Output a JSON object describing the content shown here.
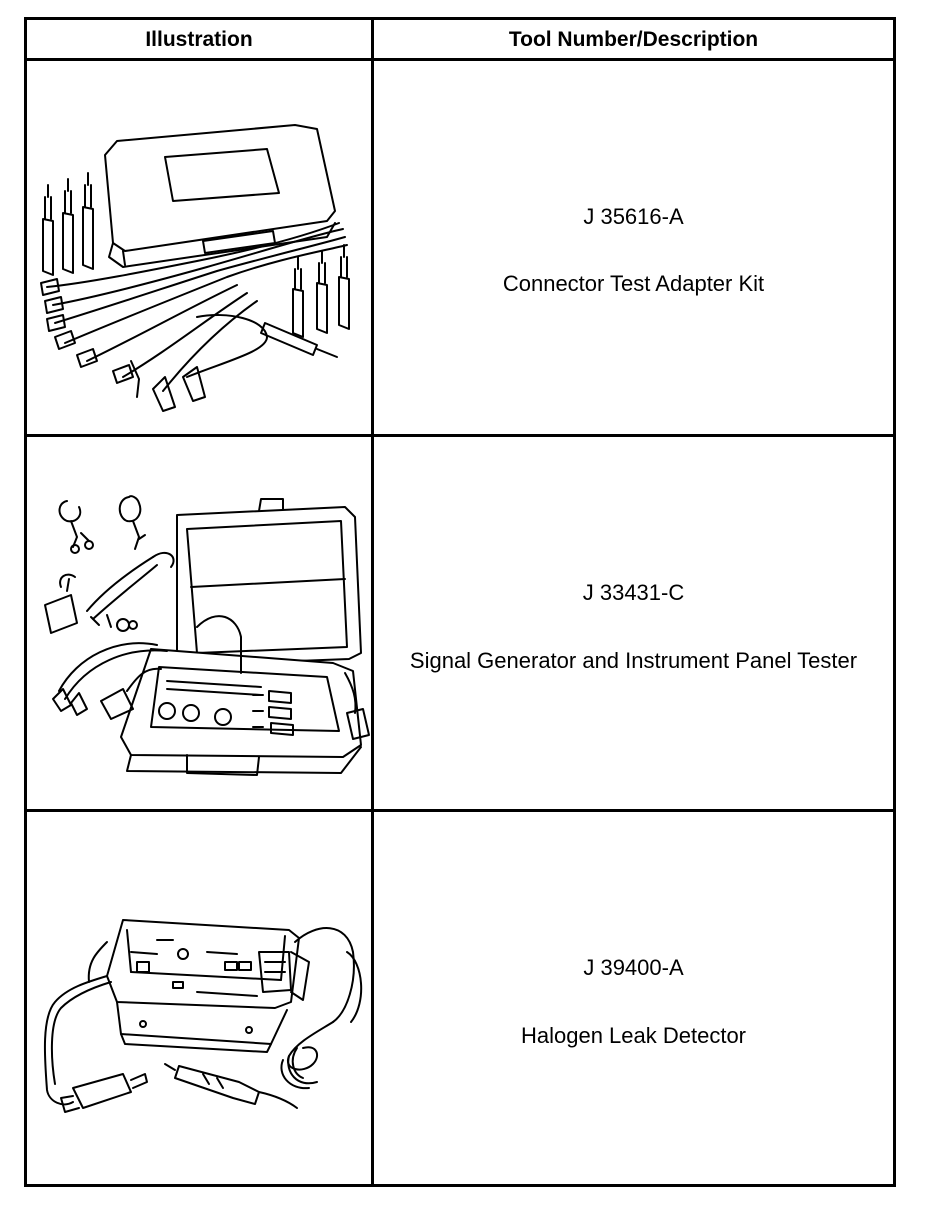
{
  "header": {
    "illustration": "Illustration",
    "tool": "Tool Number/Description"
  },
  "rows": [
    {
      "number": "J 35616-A",
      "description": "Connector Test Adapter Kit",
      "icon": "connector-test-adapter-kit-illustration"
    },
    {
      "number": "J 33431-C",
      "description": "Signal Generator and Instrument Panel Tester",
      "icon": "signal-generator-tester-illustration"
    },
    {
      "number": "J 39400-A",
      "description": "Halogen Leak Detector",
      "icon": "halogen-leak-detector-illustration"
    }
  ]
}
